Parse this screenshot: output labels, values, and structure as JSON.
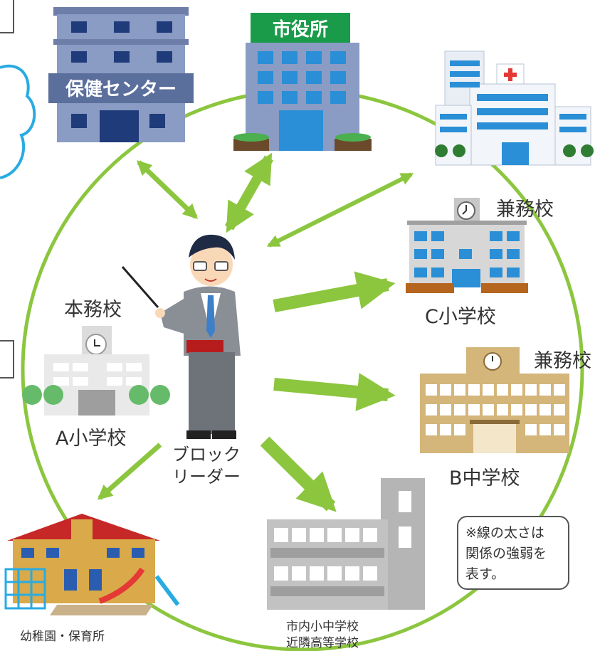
{
  "labels": {
    "city_hall_sign": "市役所",
    "health_center_sign": "保健センター",
    "kenmu_c": "兼務校",
    "c_school": "C小学校",
    "kenmu_b": "兼務校",
    "b_school": "B中学校",
    "honmu": "本務校",
    "a_school": "A小学校",
    "block_leader_line1": "ブロック",
    "block_leader_line2": "リーダー",
    "kindergarten": "幼稚園・保育所",
    "city_schools_line1": "市内小中学校",
    "city_schools_line2": "近隣高等学校"
  },
  "note": {
    "line1": "※線の太さは",
    "line2": "関係の強弱を",
    "line3": "表す。"
  },
  "colors": {
    "ring": "#8cc63f",
    "arrow": "#8cc63f",
    "note_border": "#555555",
    "cloud_outline": "#29abe2"
  }
}
